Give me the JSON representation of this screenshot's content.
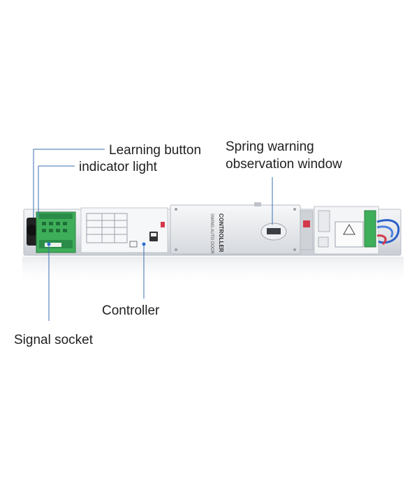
{
  "callouts": {
    "learning_button": "Learning button",
    "indicator_light": "indicator light",
    "spring_window_line1": "Spring warning",
    "spring_window_line2": "observation window",
    "controller": "Controller",
    "signal_socket": "Signal socket"
  },
  "device": {
    "controller_top_text": "SWING AUTO DOOR",
    "controller_main_text": "CONTROLLER"
  },
  "colors": {
    "leader_line": "#3b6fb0",
    "leader_dot": "#2f6fd6",
    "pcb_green": "#3fae5a",
    "housing": "#dfe2e6",
    "wire_blue": "#2a5fc8",
    "wire_red": "#d23a4a"
  }
}
